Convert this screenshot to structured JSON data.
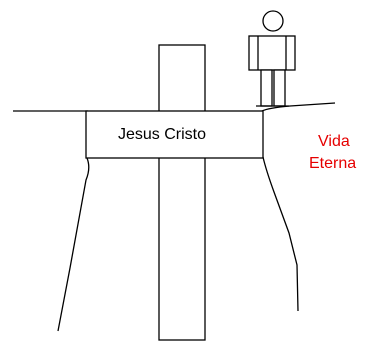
{
  "diagram": {
    "cross_label": "Jesus Cristo",
    "eternal_life_line1": "Vida",
    "eternal_life_line2": "Eterna",
    "colors": {
      "line": "#000000",
      "highlight_text": "#e60000",
      "background": "#ffffff"
    }
  }
}
